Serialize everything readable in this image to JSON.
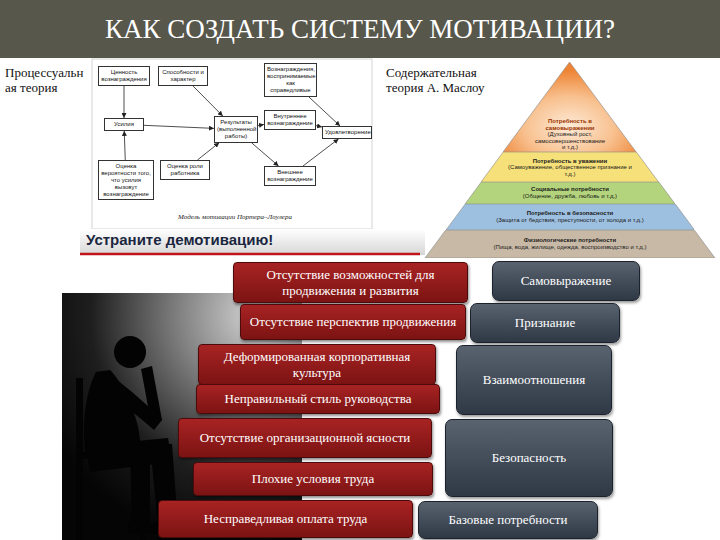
{
  "diagram": {
    "title": "КАК СОЗДАТЬ СИСТЕМУ МОТИВАЦИИ?",
    "nodes": [
      {
        "text": [
          "Ценность вознаграждения"
        ]
      },
      {
        "text": [
          "Способности и характер"
        ]
      },
      {
        "text": [
          "Вознаграждения, воспринимаемые как справедливые"
        ]
      },
      {
        "text": [
          "Усилия"
        ]
      },
      {
        "text": [
          "Результаты (выполненной работы)"
        ]
      },
      {
        "text": [
          "Внутреннее вознаграждение"
        ]
      },
      {
        "text": [
          "Удовлетворение"
        ]
      },
      {
        "text": [
          "Оценка вероятности того, что усилия вызовут вознаграждение"
        ]
      },
      {
        "text": [
          "Оценка роли работника"
        ]
      },
      {
        "text": [
          "Внешнее вознаграждение"
        ]
      },
      {
        "text": [
          "Потребность в самовыражении",
          "(Духовный рост, самосовершенствование и т.д.)"
        ]
      },
      {
        "text": [
          "Потребность в уважении",
          "(Самоуважение, общественное признание и т.д.)"
        ]
      },
      {
        "text": [
          "Социальные потребности",
          "(Общение, дружба, любовь и т.д.)"
        ]
      },
      {
        "text": [
          "Потребность в безопасности",
          "(Защита от бедствия, преступности, от холода и т.д.)"
        ]
      },
      {
        "text": [
          "Физиологические потребности",
          "(Пища, вода, жилище, одежда, воспроизводство и т.д.)"
        ]
      },
      {
        "text": [
          "Отсутствие возможностей для продвижения и развития"
        ]
      },
      {
        "text": [
          "Отсутствие перспектив продвижения"
        ]
      },
      {
        "text": [
          "Деформированная корпоративная культура"
        ]
      },
      {
        "text": [
          "Неправильный стиль руководства"
        ]
      },
      {
        "text": [
          "Отсутствие организационной ясности"
        ]
      },
      {
        "text": [
          "Плохие условия труда"
        ]
      },
      {
        "text": [
          "Несправедливая оплата труда"
        ]
      },
      {
        "text": [
          "Самовыражение"
        ]
      },
      {
        "text": [
          "Признание"
        ]
      },
      {
        "text": [
          "Взаимоотношения"
        ]
      },
      {
        "text": [
          "Безопасность"
        ]
      },
      {
        "text": [
          "Базовые потребности"
        ]
      }
    ],
    "edges": [
      {
        "from": 0,
        "to": 3,
        "arrow": "to"
      },
      {
        "from": 7,
        "to": 3,
        "arrow": "to"
      },
      {
        "from": 3,
        "to": 4,
        "arrow": "to"
      },
      {
        "from": 1,
        "to": 4,
        "arrow": "to"
      },
      {
        "from": 8,
        "to": 4,
        "arrow": "to"
      },
      {
        "from": 4,
        "to": 5,
        "arrow": "to"
      },
      {
        "from": 4,
        "to": 9,
        "arrow": "to"
      },
      {
        "from": 5,
        "to": 6,
        "arrow": "to"
      },
      {
        "from": 9,
        "to": 6,
        "arrow": "to"
      },
      {
        "from": 2,
        "to": 6,
        "arrow": "to"
      }
    ],
    "labels": [
      "Процессуальн ая теория",
      "Модель мотивации Портера–Лоулера",
      "Содержательная теория А. Маслоу",
      "Устраните демотивацию!"
    ]
  }
}
